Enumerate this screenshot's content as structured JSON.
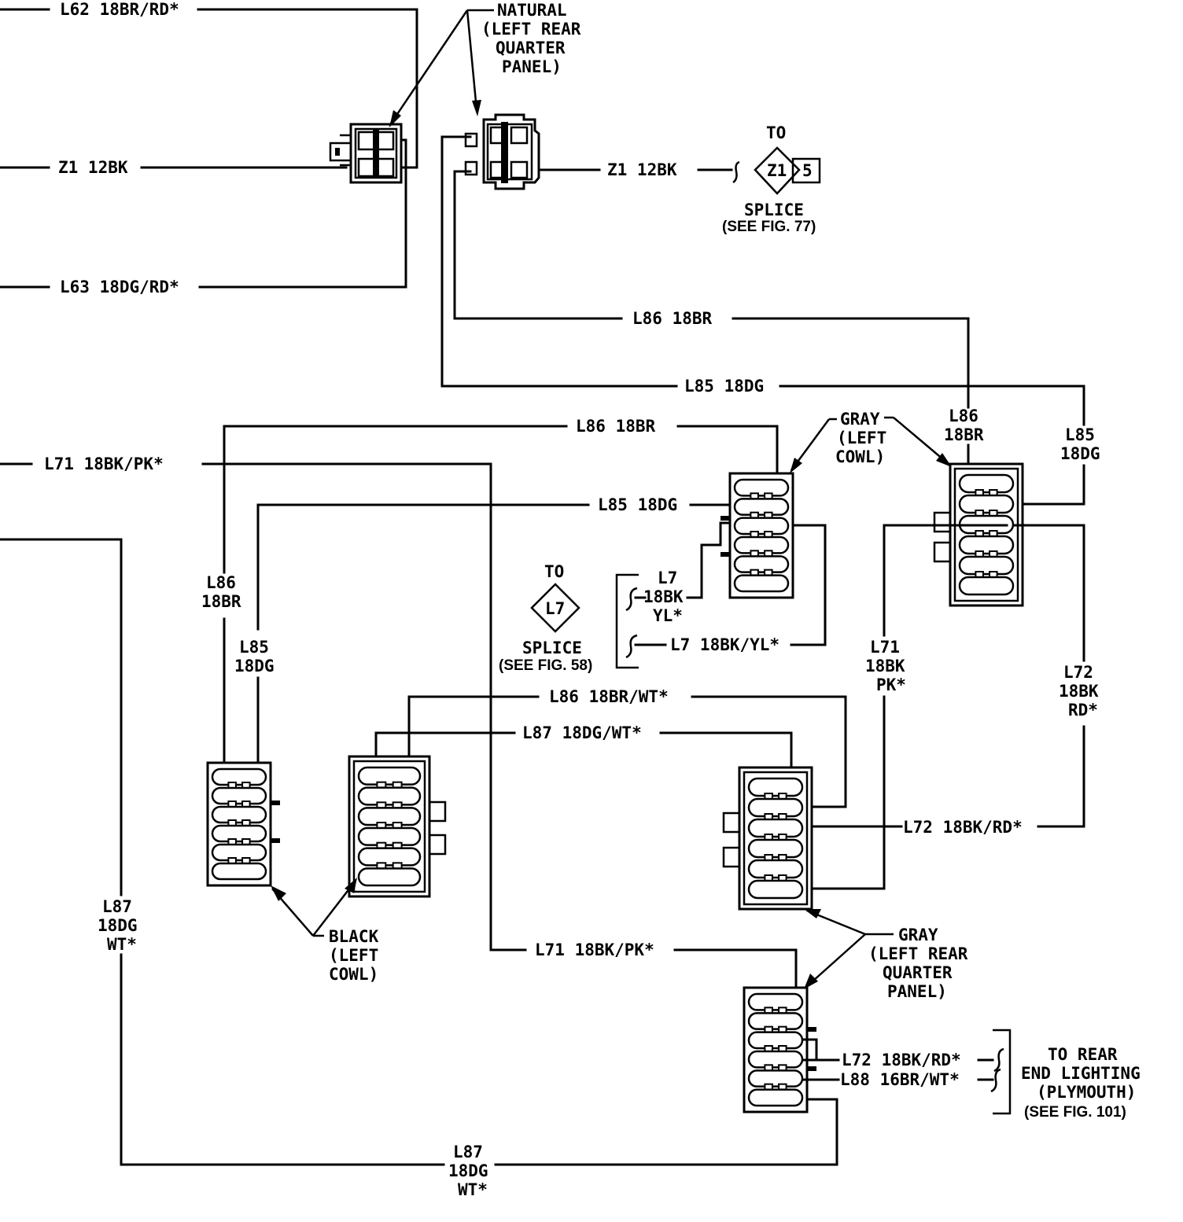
{
  "diagram": {
    "wires": {
      "l62_top": "L62 18BR/RD*",
      "z1_left": "Z1 12BK",
      "l63": "L63 18DG/RD*",
      "z1_right": "Z1 12BK",
      "l86_upper": "L86 18BR",
      "l85_upper": "L85 18DG",
      "l86_mid": "L86 18BR",
      "l71_left": "L71 18BK/PK*",
      "l85_mid": "L85 18DG",
      "l86_vert_left": [
        "L86",
        "18BR"
      ],
      "l85_vert_left": [
        "L85",
        "18DG"
      ],
      "l86_vert_right": [
        "L86",
        "18BR"
      ],
      "l85_vert_right": [
        "L85",
        "18DG"
      ],
      "l7_short": [
        "L7",
        "18BK",
        "YL*"
      ],
      "l7_long": "L7 18BK/YL*",
      "l86_wt": "L86 18BR/WT*",
      "l87_wt": "L87 18DG/WT*",
      "l71_vert": [
        "L71",
        "18BK",
        "PK*"
      ],
      "l72_vert": [
        "L72",
        "18BK",
        "RD*"
      ],
      "l72_horiz": "L72 18BK/RD*",
      "l87_vert_left": [
        "L87",
        "18DG",
        "WT*"
      ],
      "l71_bottom": "L71 18BK/PK*",
      "l72_rear": "L72 18BK/RD*",
      "l88_rear": "L88 16BR/WT*",
      "l87_bottom": [
        "L87",
        "18DG",
        "WT*"
      ]
    },
    "connectors": {
      "natural": [
        "NATURAL",
        "(LEFT REAR",
        "QUARTER",
        "PANEL)"
      ],
      "gray_cowl": [
        "GRAY",
        "(LEFT",
        "COWL)"
      ],
      "black_cowl": [
        "BLACK",
        "(LEFT",
        "COWL)"
      ],
      "gray_quarter": [
        "GRAY",
        "(LEFT REAR",
        "QUARTER",
        "PANEL)"
      ]
    },
    "splices": {
      "z1": {
        "to": "TO",
        "id": "Z1",
        "page": "5",
        "label": "SPLICE",
        "ref": "(SEE FIG. 77)"
      },
      "l7": {
        "to": "TO",
        "id": "L7",
        "label": "SPLICE",
        "ref": "(SEE FIG. 58)"
      }
    },
    "rear_lighting": [
      "TO REAR",
      "END LIGHTING",
      "(PLYMOUTH)",
      "(SEE FIG. 101)"
    ]
  }
}
